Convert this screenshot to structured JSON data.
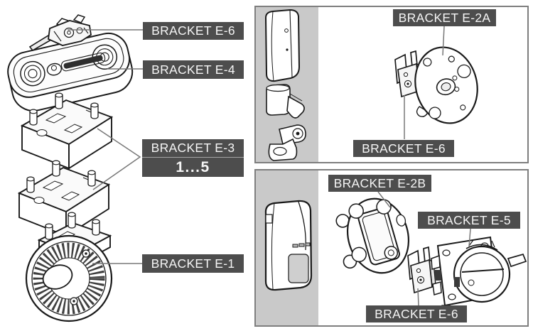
{
  "figure": {
    "type": "exploded-parts-diagram",
    "left_panel": {
      "labels": {
        "e6": "BRACKET E-6",
        "e4": "BRACKET E-4",
        "e3": "BRACKET E-3",
        "e3_range": "1...5",
        "e1": "BRACKET E-1"
      },
      "illustrations": [
        "bracket-e6-clip",
        "bracket-e4-cover-plate",
        "bracket-e3-spacer-block-1",
        "bracket-e3-spacer-block-2",
        "bracket-e1-ball-socket"
      ]
    },
    "top_right_panel": {
      "labels": {
        "e2a": "BRACKET E-2A",
        "e6": "BRACKET E-6"
      },
      "illustrations": [
        "detector-body-front",
        "bracket-assembly-side-view-1",
        "bracket-assembly-side-view-2",
        "bracket-e6-clip",
        "bracket-e2a-round-plate"
      ]
    },
    "bottom_right_panel": {
      "labels": {
        "e2b": "BRACKET E-2B",
        "e5": "BRACKET E-5",
        "e6": "BRACKET E-6"
      },
      "illustrations": [
        "detector-body-curved",
        "bracket-e2b-oval-plate",
        "bracket-e6-clip",
        "bracket-e5-swivel-mount"
      ]
    }
  },
  "colors": {
    "label_bg": "#4d4d4d",
    "label_text": "#f5f5f5",
    "panel_border": "#7e7e7e",
    "strip_bg": "#c9c9c9",
    "line_art": "#1a1a1a",
    "leader_line": "#787878",
    "background": "#ffffff"
  }
}
